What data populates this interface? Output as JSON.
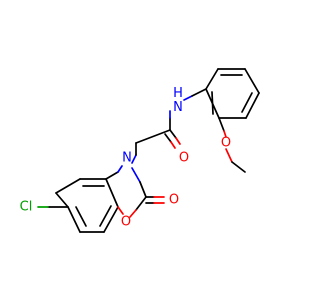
{
  "molecule": {
    "atoms": {
      "o_carbonyl": "O",
      "nh": "N\nH",
      "n_ring": "N",
      "o_ring_carbonyl": "O",
      "o_ring": "O",
      "cl": "Cl",
      "o_methoxy": "O"
    }
  },
  "colors": {
    "carbon": "#000000",
    "oxygen": "#ff0000",
    "nitrogen": "#0000ff",
    "chlorine": "#00a000"
  }
}
